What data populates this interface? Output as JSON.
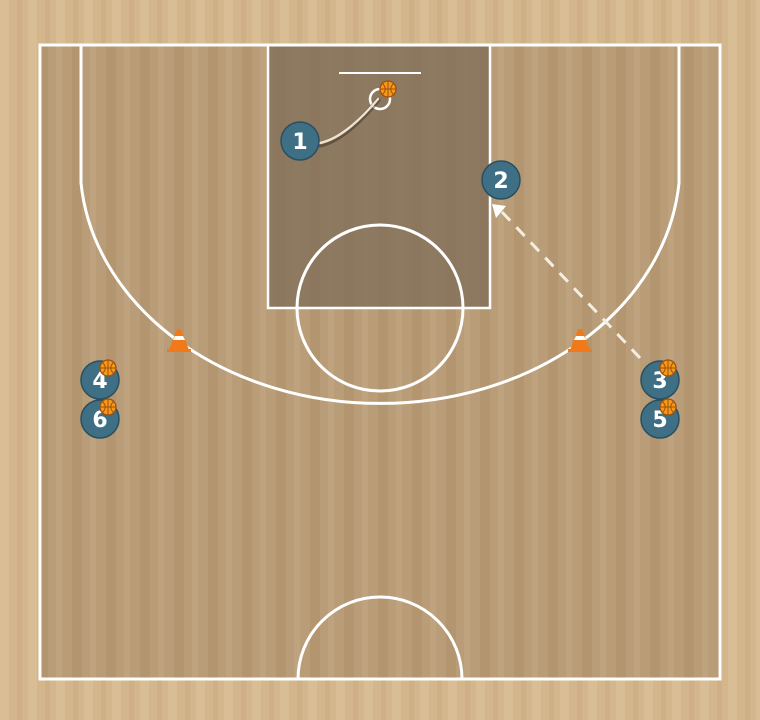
{
  "diagram": {
    "colors": {
      "outer_floor": "#d6b88f",
      "court_floor": "#b89c77",
      "paint": "#85725c",
      "lines": "#ffffff",
      "player_fill": "#3e6f84",
      "player_stroke": "#2a4f60",
      "cone": "#f07a1a",
      "ball": "#f39a1e",
      "pass_line": "#f4eee2",
      "dribble_line": "#e9e1d0"
    },
    "players": [
      {
        "id": "p1",
        "label": "1",
        "has_ball": false
      },
      {
        "id": "p2",
        "label": "2",
        "has_ball": false
      },
      {
        "id": "p3",
        "label": "3",
        "has_ball": true
      },
      {
        "id": "p4",
        "label": "4",
        "has_ball": true
      },
      {
        "id": "p5",
        "label": "5",
        "has_ball": true
      },
      {
        "id": "p6",
        "label": "6",
        "has_ball": true
      }
    ],
    "cones": [
      "left-cone",
      "right-cone"
    ],
    "icons": {
      "ball": "basketball-icon",
      "cone": "traffic-cone-icon",
      "basket": "basket-hoop-icon"
    },
    "actions": [
      {
        "type": "dribble",
        "from": "1",
        "to": "basket"
      },
      {
        "type": "pass",
        "from": "3",
        "to": "2"
      }
    ]
  }
}
